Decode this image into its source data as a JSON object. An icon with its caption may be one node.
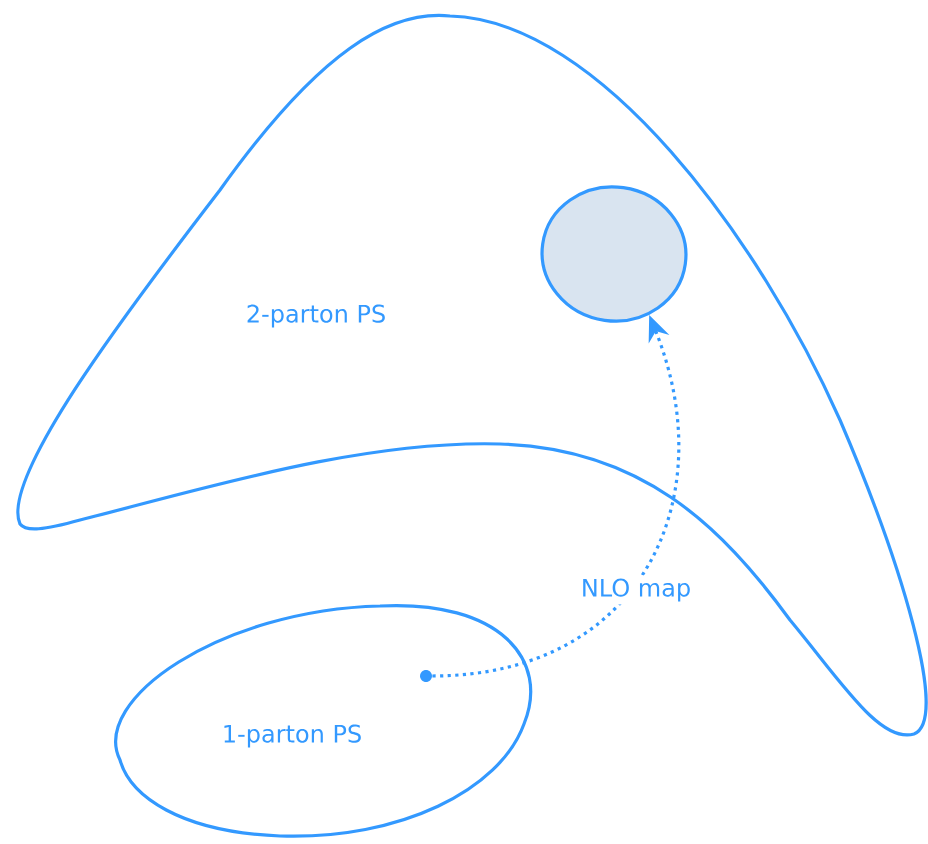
{
  "diagram": {
    "nodes": [
      {
        "text": [
          "2-parton PS"
        ]
      },
      {
        "text": [],
        "shape": "circle",
        "in": 0
      },
      {
        "text": [
          "1-parton PS"
        ]
      },
      {
        "text": [],
        "shape": "circle",
        "in": 2
      }
    ],
    "edges": [
      {
        "from": 3,
        "to": 1,
        "arrow": "to",
        "style": "dashed",
        "label": "NLO map"
      }
    ]
  }
}
